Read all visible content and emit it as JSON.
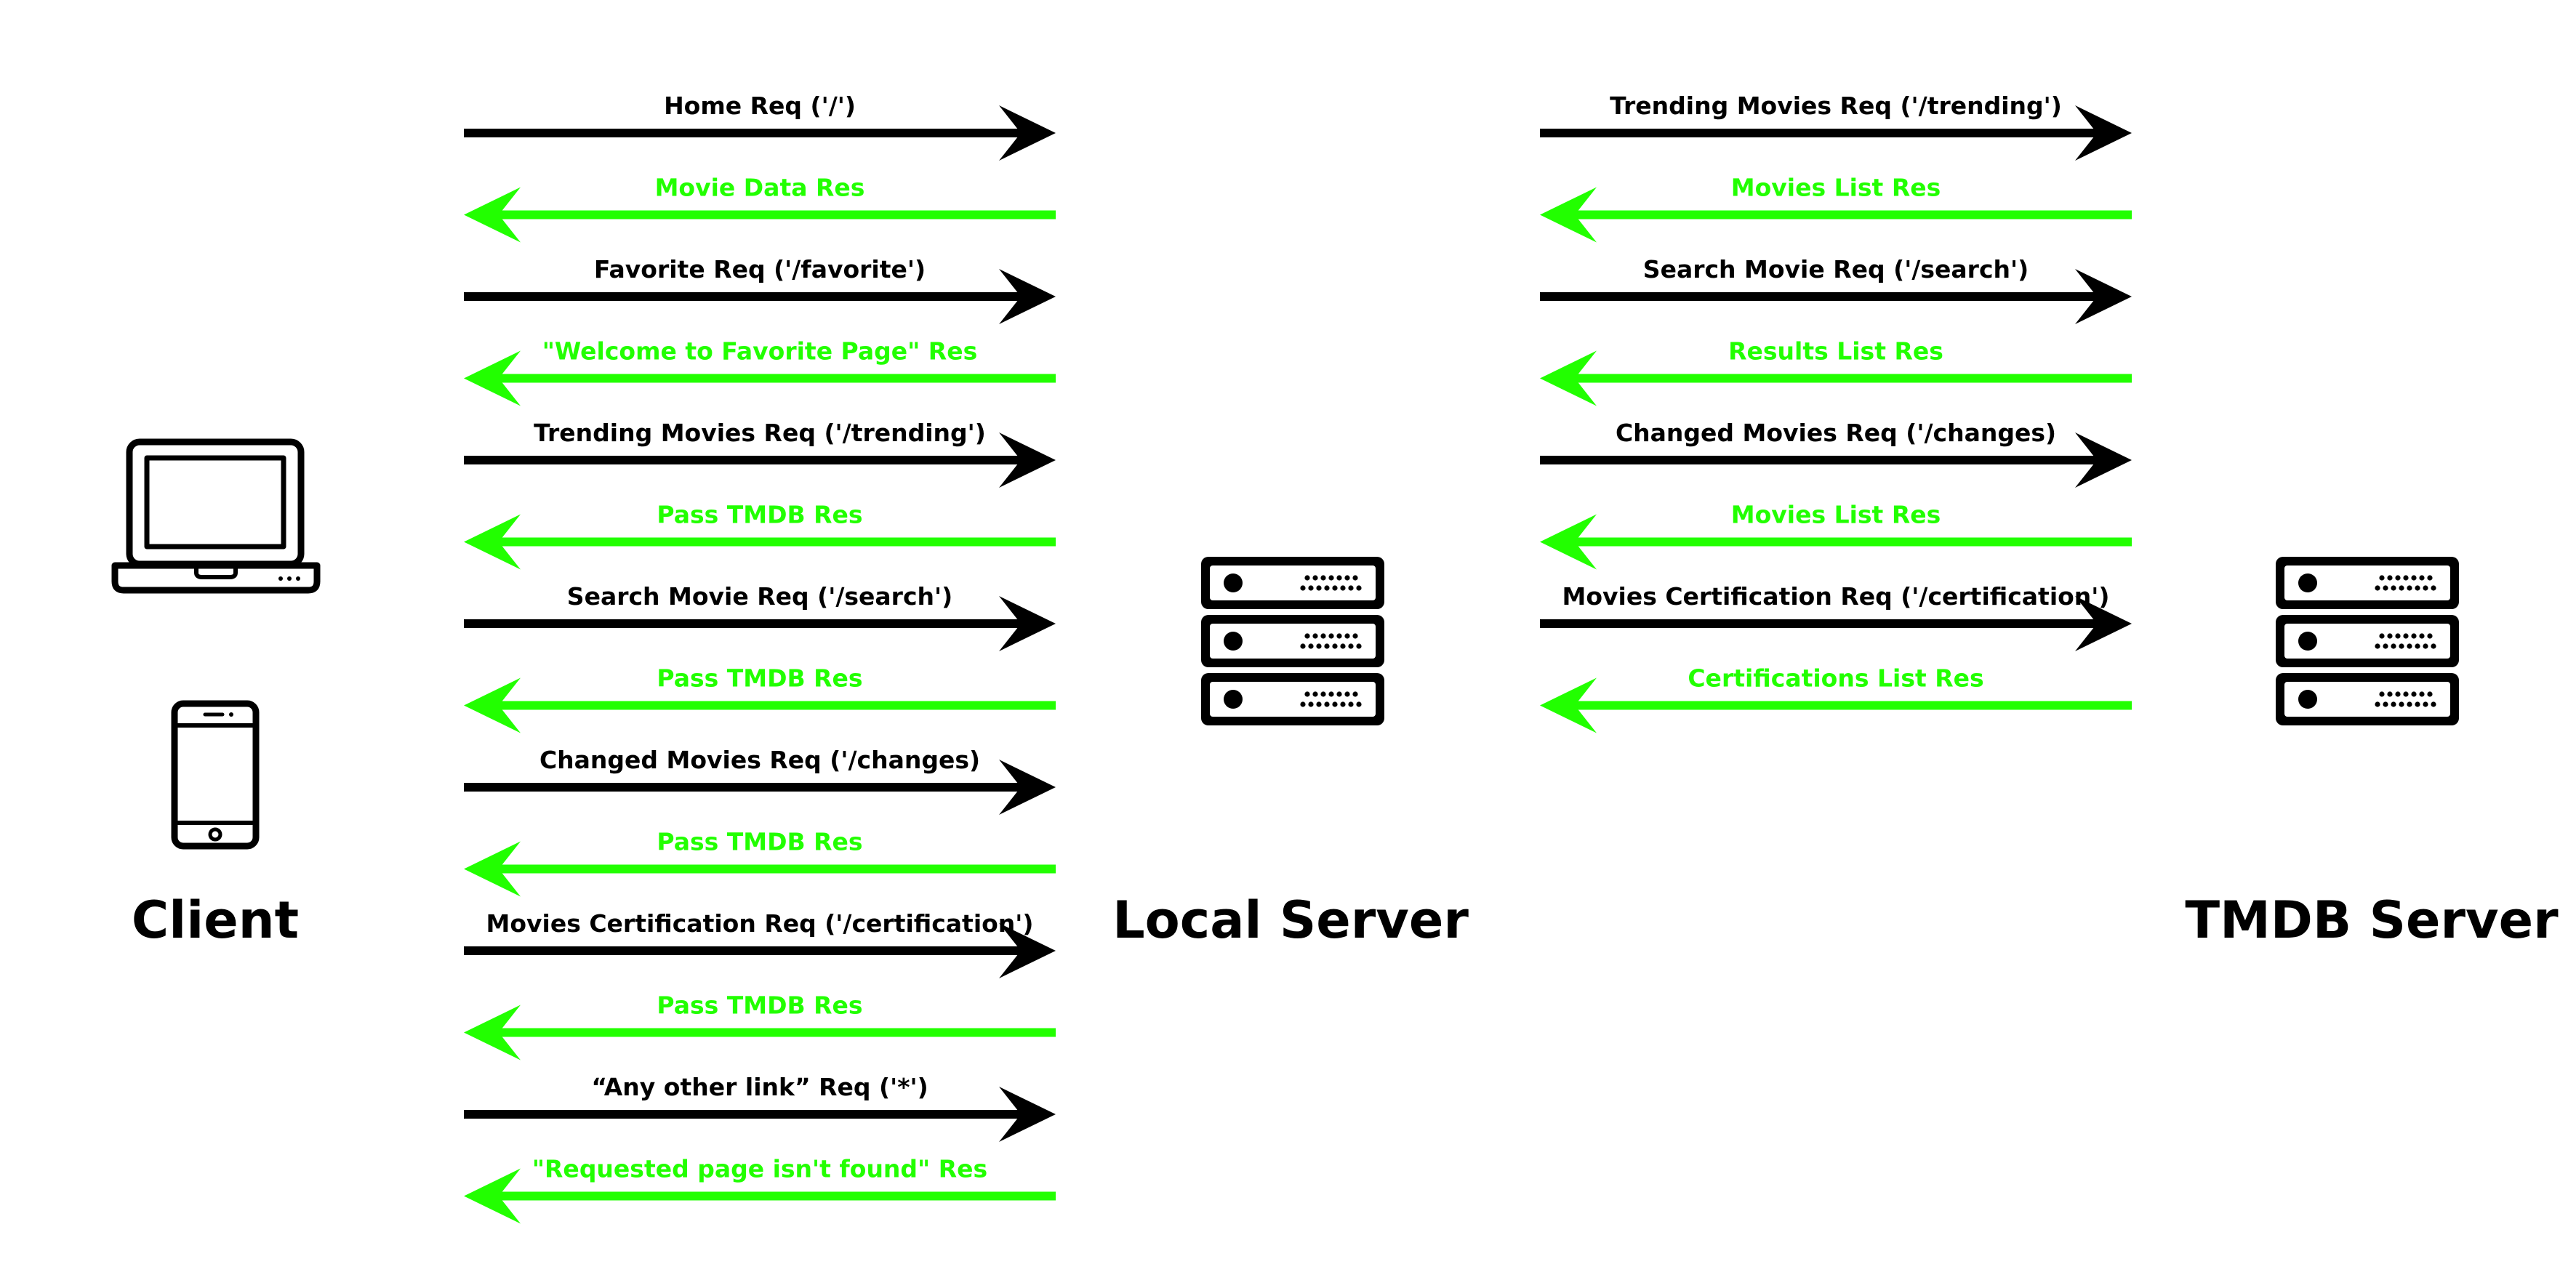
{
  "colors": {
    "request": "#000000",
    "response": "#22ff00",
    "icon": "#000000"
  },
  "nodes": {
    "client": {
      "label": "Client",
      "icons": [
        "laptop-icon",
        "smartphone-icon"
      ]
    },
    "local_server": {
      "label": "Local Server",
      "icon": "server-rack-icon"
    },
    "tmdb_server": {
      "label": "TMDB Server",
      "icon": "server-rack-icon"
    }
  },
  "client_local_messages": [
    {
      "type": "request",
      "label": "Home Req ('/')"
    },
    {
      "type": "response",
      "label": "Movie Data Res"
    },
    {
      "type": "request",
      "label": "Favorite Req ('/favorite')"
    },
    {
      "type": "response",
      "label": "\"Welcome to Favorite Page\" Res"
    },
    {
      "type": "request",
      "label": "Trending Movies Req ('/trending')"
    },
    {
      "type": "response",
      "label": "Pass TMDB Res"
    },
    {
      "type": "request",
      "label": "Search Movie Req ('/search')"
    },
    {
      "type": "response",
      "label": "Pass TMDB Res"
    },
    {
      "type": "request",
      "label": "Changed Movies Req ('/changes)"
    },
    {
      "type": "response",
      "label": "Pass TMDB Res"
    },
    {
      "type": "request",
      "label": "Movies Certification Req ('/certification')"
    },
    {
      "type": "response",
      "label": "Pass TMDB Res"
    },
    {
      "type": "request",
      "label": "“Any other link” Req ('*')"
    },
    {
      "type": "response",
      "label": "\"Requested page isn't found\" Res"
    }
  ],
  "local_tmdb_messages": [
    {
      "type": "request",
      "label": "Trending Movies Req ('/trending')"
    },
    {
      "type": "response",
      "label": "Movies List Res"
    },
    {
      "type": "request",
      "label": "Search Movie Req ('/search')"
    },
    {
      "type": "response",
      "label": "Results List Res"
    },
    {
      "type": "request",
      "label": "Changed Movies Req ('/changes)"
    },
    {
      "type": "response",
      "label": "Movies List Res"
    },
    {
      "type": "request",
      "label": "Movies Certification Req ('/certification')"
    },
    {
      "type": "response",
      "label": "Certifications List Res"
    }
  ]
}
